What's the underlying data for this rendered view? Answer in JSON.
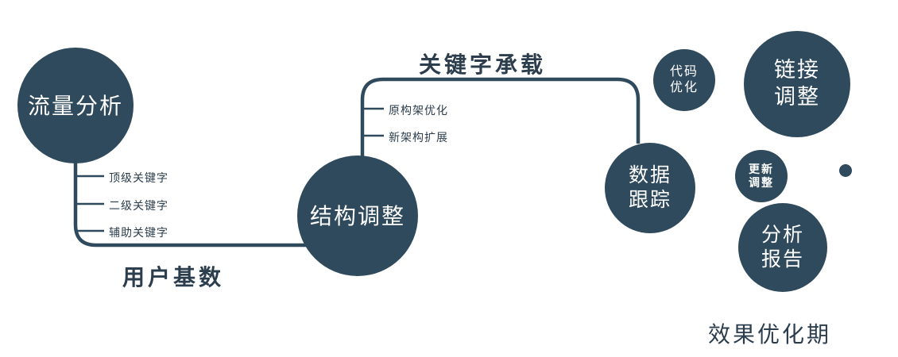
{
  "colors": {
    "node_fill": "#2f4a5d",
    "node_text": "#ffffff",
    "line": "#2f4a5d",
    "label_text": "#2c3e4d",
    "background": "#ffffff"
  },
  "nodes": {
    "traffic": {
      "label": "流量分析"
    },
    "structure": {
      "label": "结构调整"
    },
    "data_tracking": {
      "label": "数据\n跟踪"
    },
    "code_optimization": {
      "label": "代码\n优化"
    },
    "link_adjustment": {
      "label": "链接\n调整"
    },
    "update_adjustment": {
      "label": "更新\n调整"
    },
    "analysis_report": {
      "label": "分析\n报告"
    }
  },
  "edges": {
    "user_base": "用户基数",
    "keyword_carry": "关键字承载"
  },
  "branches": {
    "left": [
      "顶级关键字",
      "二级关键字",
      "辅助关键字"
    ],
    "middle": [
      "原构架优化",
      "新架构扩展"
    ]
  },
  "footer": "效果优化期"
}
